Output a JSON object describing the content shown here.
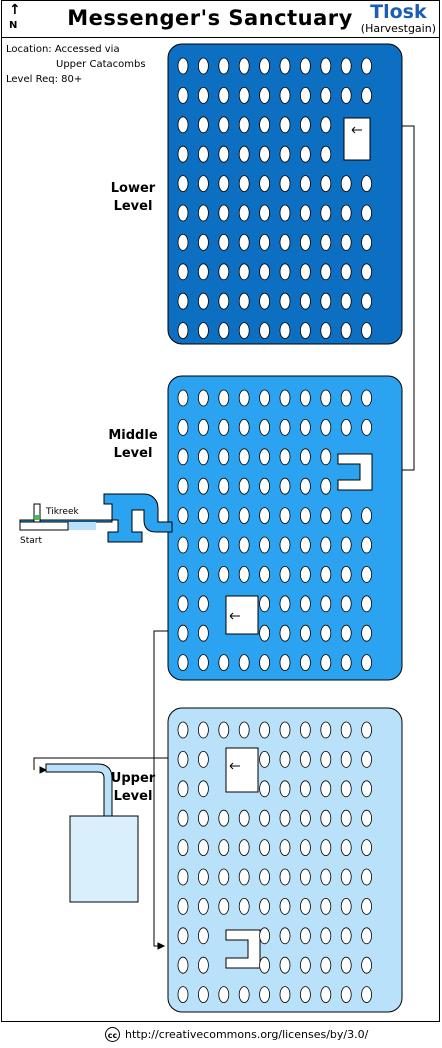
{
  "title": "Messenger's Sanctuary",
  "author": {
    "name": "Tlosk",
    "realm": "(Harvestgain)"
  },
  "compass": {
    "arrow": "↑",
    "label": "N"
  },
  "info": {
    "location_line1": "Location: Accessed via",
    "location_line2": "Upper Catacombs",
    "level_req": "Level Req: 80+"
  },
  "levels": {
    "lower": {
      "line1": "Lower",
      "line2": "Level",
      "color": "#0d6fc2"
    },
    "middle": {
      "line1": "Middle",
      "line2": "Level",
      "color": "#2ba3f0"
    },
    "upper": {
      "line1": "Upper",
      "line2": "Level",
      "color": "#b9e2fa"
    }
  },
  "labels": {
    "tikreek": "Tikreek",
    "start": "Start"
  },
  "footer": {
    "cc_icon": "cc",
    "license_url": "http://creativecommons.org/licenses/by/3.0/"
  }
}
